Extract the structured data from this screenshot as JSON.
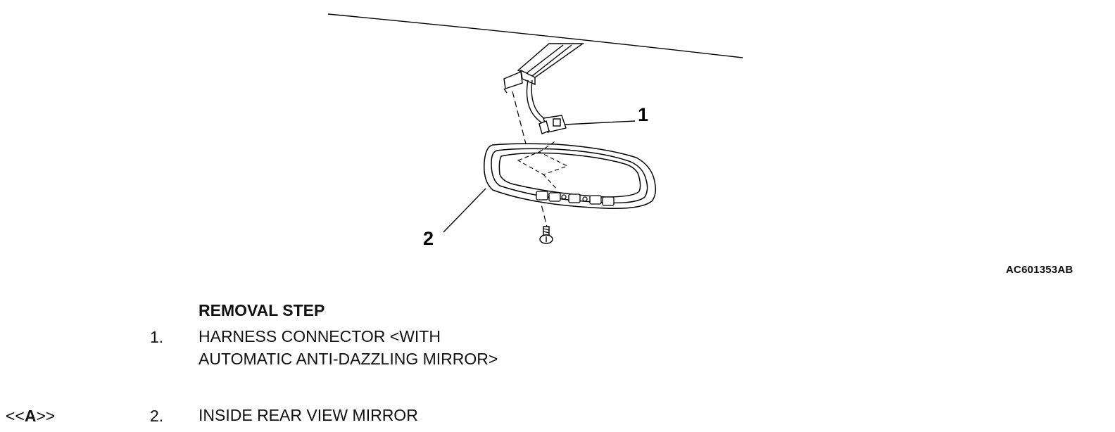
{
  "figure": {
    "callouts": [
      "1",
      "2"
    ],
    "figure_id": "AC601353AB"
  },
  "procedure": {
    "heading": "REMOVAL STEP",
    "steps": [
      {
        "number": "1.",
        "text": "HARNESS CONNECTOR <WITH AUTOMATIC ANTI-DAZZLING MIRROR>",
        "ref": ""
      },
      {
        "number": "2.",
        "text": "INSIDE REAR VIEW MIRROR",
        "ref_prefix": "<<",
        "ref_letter": "A",
        "ref_suffix": ">>"
      }
    ]
  }
}
